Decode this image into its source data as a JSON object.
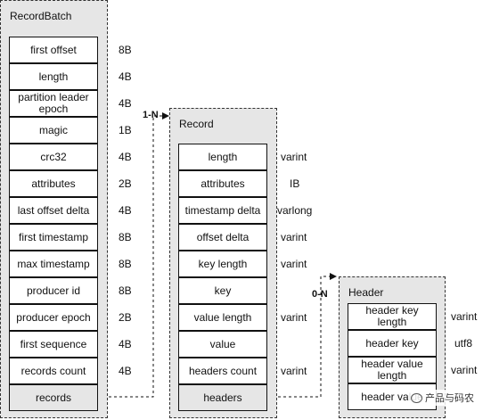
{
  "record_batch": {
    "title": "RecordBatch",
    "fields": [
      {
        "name": "first offset",
        "size": "8B"
      },
      {
        "name": "length",
        "size": "4B"
      },
      {
        "name": "partition leader epoch",
        "size": "4B"
      },
      {
        "name": "magic",
        "size": "1B"
      },
      {
        "name": "crc32",
        "size": "4B"
      },
      {
        "name": "attributes",
        "size": "2B"
      },
      {
        "name": "last offset delta",
        "size": "4B"
      },
      {
        "name": "first timestamp",
        "size": "8B"
      },
      {
        "name": "max timestamp",
        "size": "8B"
      },
      {
        "name": "producer id",
        "size": "8B"
      },
      {
        "name": "producer epoch",
        "size": "2B"
      },
      {
        "name": "first sequence",
        "size": "4B"
      },
      {
        "name": "records count",
        "size": "4B"
      },
      {
        "name": "records",
        "size": ""
      }
    ]
  },
  "record": {
    "title": "Record",
    "fields": [
      {
        "name": "length",
        "size": "varint"
      },
      {
        "name": "attributes",
        "size": "IB"
      },
      {
        "name": "timestamp delta",
        "size": "varlong"
      },
      {
        "name": "offset delta",
        "size": "varint"
      },
      {
        "name": "key length",
        "size": "varint"
      },
      {
        "name": "key",
        "size": ""
      },
      {
        "name": "value length",
        "size": "varint"
      },
      {
        "name": "value",
        "size": ""
      },
      {
        "name": "headers count",
        "size": "varint"
      },
      {
        "name": "headers",
        "size": ""
      }
    ]
  },
  "header": {
    "title": "Header",
    "fields": [
      {
        "name": "header key length",
        "size": "varint"
      },
      {
        "name": "header key",
        "size": "utf8"
      },
      {
        "name": "header value length",
        "size": "varint"
      },
      {
        "name": "header value",
        "size": ""
      }
    ]
  },
  "links": {
    "batch_to_record": "1-N",
    "record_to_header": "0-N"
  },
  "watermark": {
    "text": "产品与码农"
  }
}
